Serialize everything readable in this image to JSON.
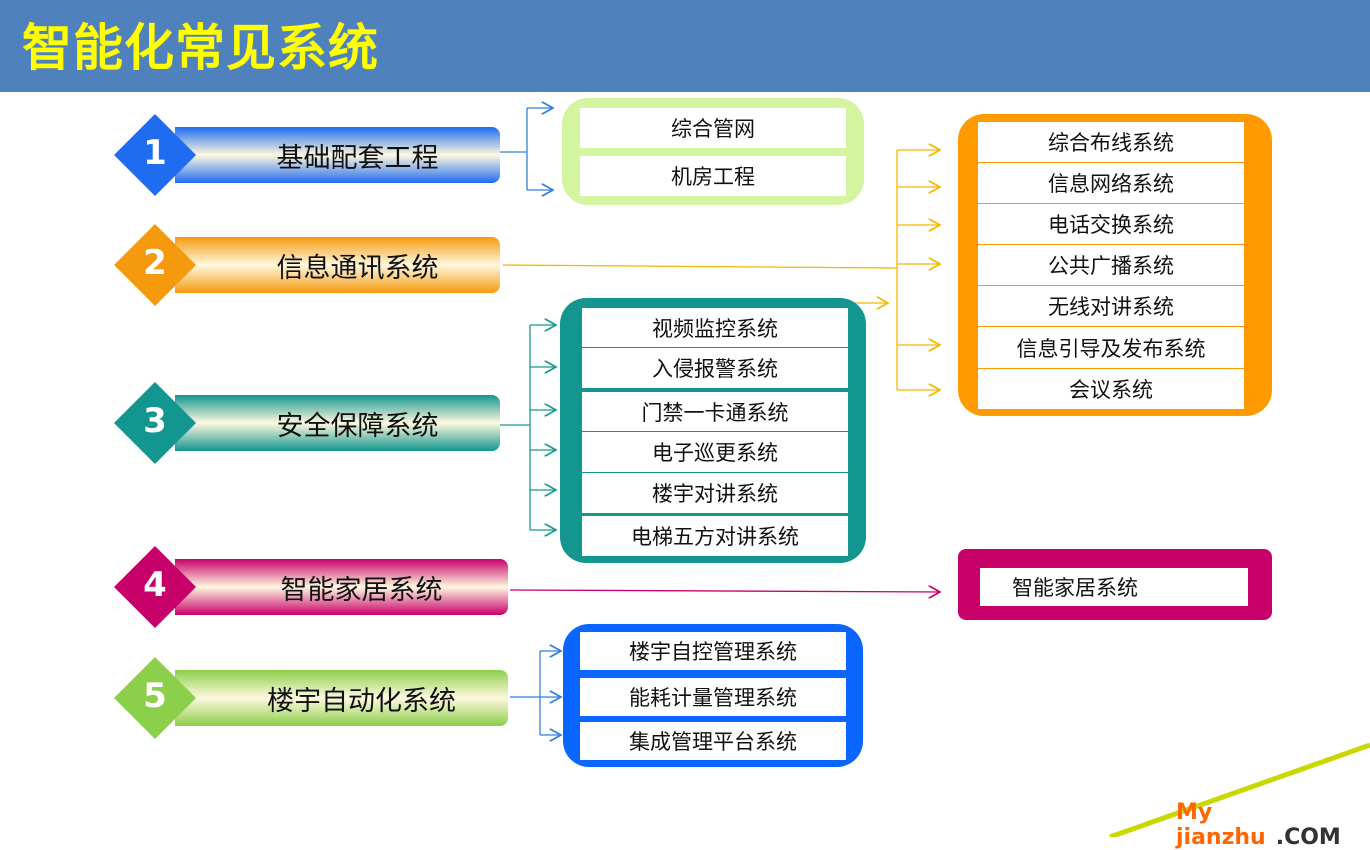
{
  "title": "智能化常见系统",
  "colors": {
    "blue": "#1f6cf0",
    "orange": "#f59a0c",
    "teal": "#12968f",
    "magenta": "#c8006a",
    "green": "#8ccf4a",
    "lightgreen": "#d3f5a0",
    "groupOrange": "#ff9a00",
    "groupBlue": "#0a66ff"
  },
  "categories": [
    {
      "num": "1",
      "label": "基础配套工程"
    },
    {
      "num": "2",
      "label": "信息通讯系统"
    },
    {
      "num": "3",
      "label": "安全保障系统"
    },
    {
      "num": "4",
      "label": "智能家居系统"
    },
    {
      "num": "5",
      "label": "楼宇自动化系统"
    }
  ],
  "groups": [
    {
      "items": [
        "综合管网",
        "机房工程"
      ]
    },
    {
      "items": [
        "综合布线系统",
        "信息网络系统",
        "电话交换系统",
        "公共广播系统",
        "无线对讲系统",
        "信息引导及发布系统",
        "会议系统"
      ]
    },
    {
      "items": [
        "视频监控系统",
        "入侵报警系统",
        "门禁一卡通系统",
        "电子巡更系统",
        "楼宇对讲系统",
        "电梯五方对讲系统"
      ]
    },
    {
      "items": [
        "智能家居系统"
      ]
    },
    {
      "items": [
        "楼宇自控管理系统",
        "能耗计量管理系统",
        "集成管理平台系统"
      ]
    }
  ],
  "watermark": {
    "brand": "My jianzhu",
    "suffix": ".COM"
  }
}
